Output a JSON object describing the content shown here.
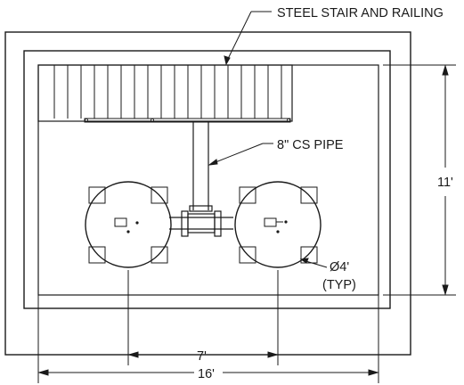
{
  "labels": {
    "stair": "STEEL STAIR AND RAILING",
    "pipe": "8\" CS PIPE",
    "diameter": "Ø4'",
    "typ": "(TYP)",
    "dim_height": "11'",
    "dim_tank_spacing": "7'",
    "dim_width": "16'"
  },
  "colors": {
    "ink": "#1a1a1a",
    "tank_fill": "#ffffff"
  }
}
